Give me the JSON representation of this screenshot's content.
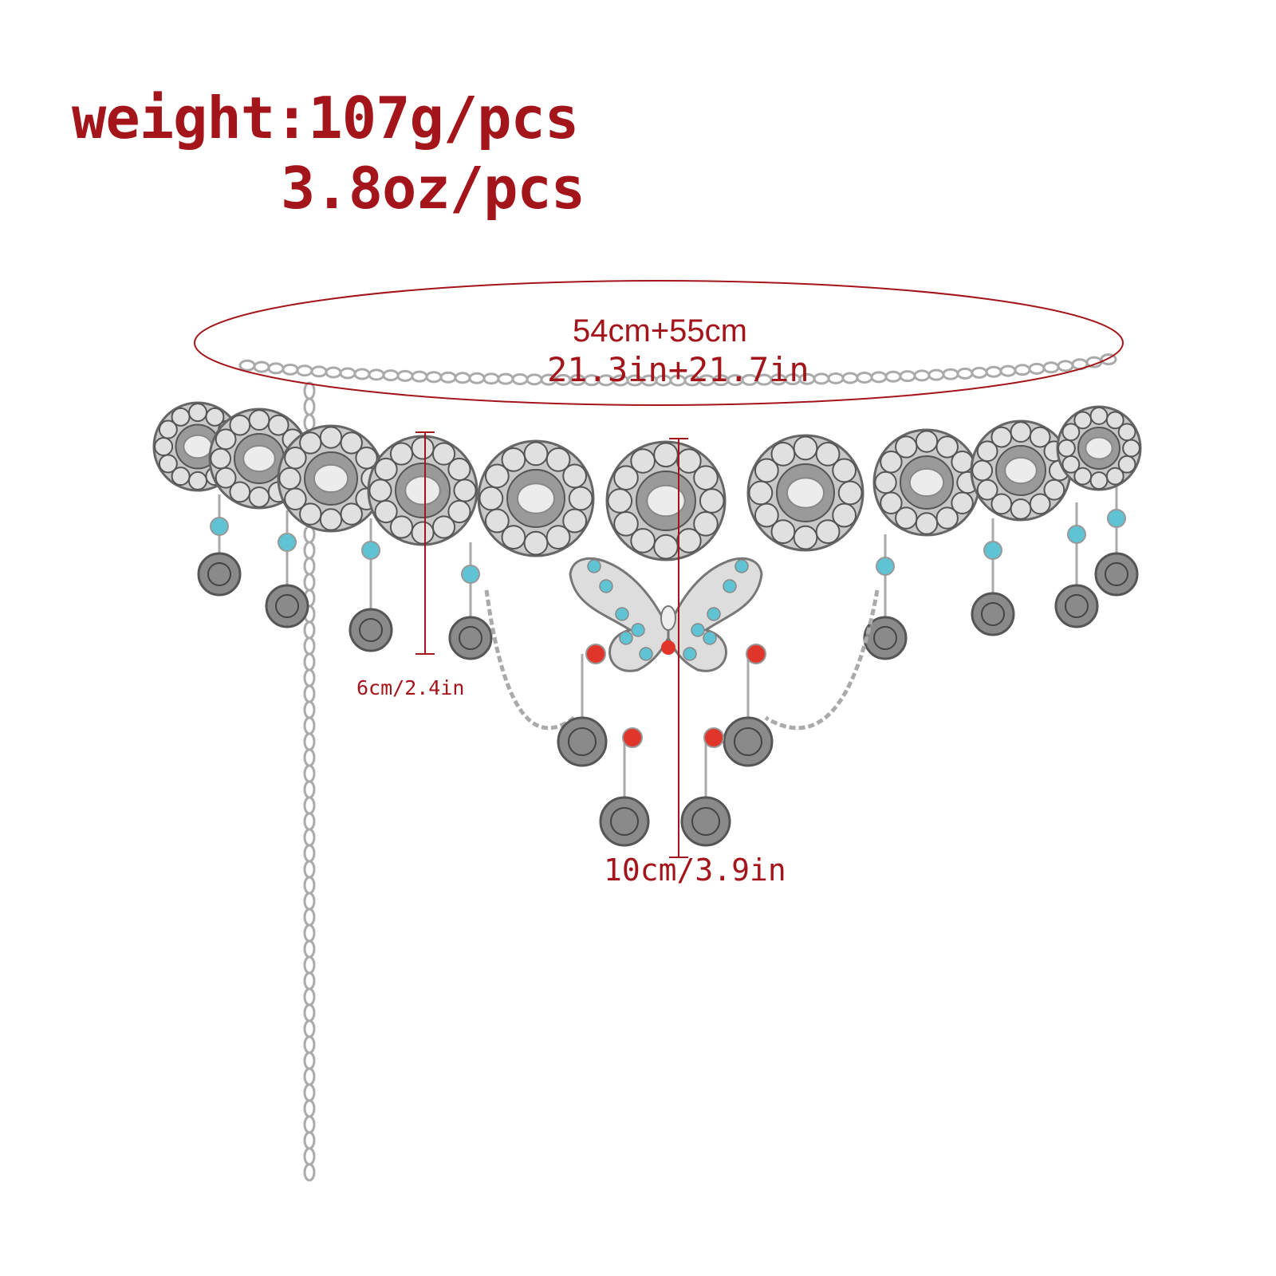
{
  "weight": {
    "grams": "weight:107g/pcs",
    "ounces": "3.8oz/pcs"
  },
  "circumference": {
    "cm": "54cm+55cm",
    "inches": "21.3in+21.7in"
  },
  "measurements": {
    "flower_height": "6cm/2.4in",
    "total_drop": "10cm/3.9in"
  },
  "colors": {
    "annotation": "#a3151b",
    "silver": "#b8b8b8",
    "turquoise": "#5fc3d3",
    "red_bead": "#e0352b"
  }
}
